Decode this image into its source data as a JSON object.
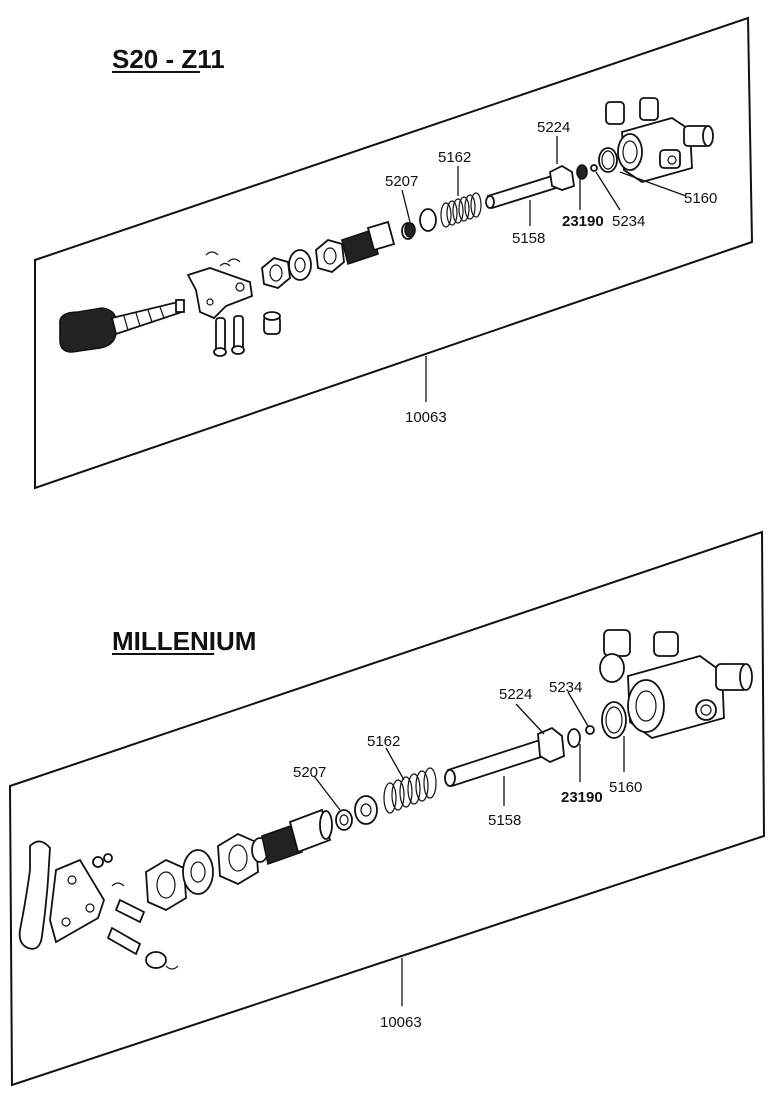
{
  "sections": [
    {
      "title": "S20 - Z11",
      "labels": {
        "p5224": "5224",
        "p5162": "5162",
        "p5207": "5207",
        "p5160": "5160",
        "p23190": "23190",
        "p5234": "5234",
        "p5158": "5158",
        "p10063": "10063"
      }
    },
    {
      "title": "MILLENIUM",
      "labels": {
        "p5224": "5224",
        "p5234": "5234",
        "p5162": "5162",
        "p5207": "5207",
        "p23190": "23190",
        "p5160": "5160",
        "p5158": "5158",
        "p10063": "10063"
      }
    }
  ]
}
